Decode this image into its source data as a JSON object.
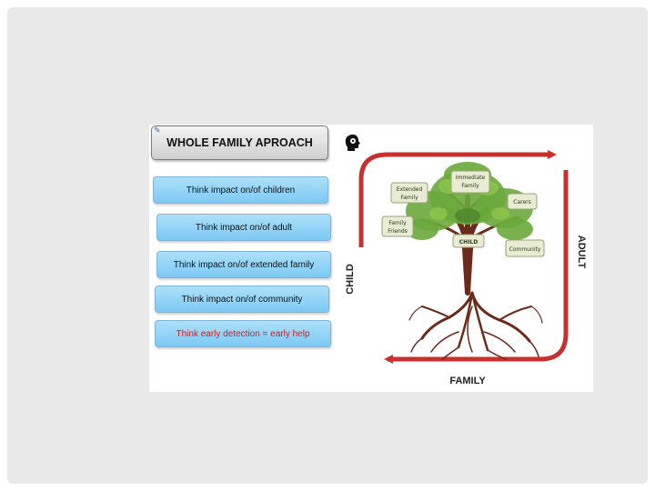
{
  "header": {
    "title": "WHOLE FAMILY APROACH"
  },
  "think_items": [
    {
      "label": "Think impact on/of children"
    },
    {
      "label": "Think impact on/of adult"
    },
    {
      "label": "Think impact on/of extended family"
    },
    {
      "label": "Think impact on/of community"
    },
    {
      "label": "Think early detection = early help"
    }
  ],
  "diagram": {
    "side_labels": {
      "left": "CHILD",
      "right": "ADULT",
      "bottom": "FAMILY"
    },
    "nodes": {
      "immediate_family": [
        "Immediate",
        "Family"
      ],
      "extended_family": [
        "Extended",
        "Family"
      ],
      "carers": [
        "Carers"
      ],
      "family_friends": [
        "Family",
        "Friends"
      ],
      "child": [
        "CHILD"
      ],
      "community": [
        "Community"
      ]
    }
  },
  "colors": {
    "arrow": "#c8302e",
    "button_fill": "#92d4f7",
    "header_fill": "#d8d8d8",
    "alert_text": "#d11a1a",
    "leaf": "#6aa83c",
    "trunk": "#6b2a1a"
  },
  "icons": [
    "head-gear-icon",
    "edit-icon"
  ]
}
